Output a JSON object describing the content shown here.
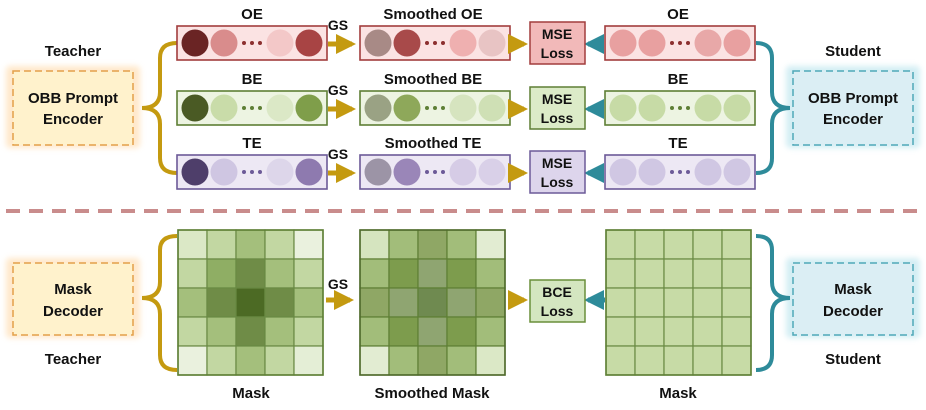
{
  "labels": {
    "teacher_top": "Teacher",
    "student_top": "Student",
    "teacher_bottom": "Teacher",
    "student_bottom": "Student"
  },
  "teacher_encoder": {
    "line1": "OBB Prompt",
    "line2": "Encoder"
  },
  "student_encoder": {
    "line1": "OBB Prompt",
    "line2": "Encoder"
  },
  "teacher_decoder": {
    "line1": "Mask",
    "line2": "Decoder"
  },
  "student_decoder": {
    "line1": "Mask",
    "line2": "Decoder"
  },
  "gs_label": "GS",
  "rows": [
    {
      "teacher": "OE",
      "smoothed": "Smoothed OE",
      "loss1": "MSE",
      "loss2": "Loss",
      "student": "OE"
    },
    {
      "teacher": "BE",
      "smoothed": "Smoothed BE",
      "loss1": "MSE",
      "loss2": "Loss",
      "student": "BE"
    },
    {
      "teacher": "TE",
      "smoothed": "Smoothed TE",
      "loss1": "MSE",
      "loss2": "Loss",
      "student": "TE"
    }
  ],
  "mask_section": {
    "teacher_mask": "Mask",
    "smoothed_mask": "Smoothed Mask",
    "student_mask": "Mask",
    "loss1": "BCE",
    "loss2": "Loss"
  },
  "colors": {
    "accent_arrow": "#c49a10",
    "student_arrow": "#2e8b9a",
    "divider": "#c98c8c",
    "oe": "#b04a4a",
    "be": "#6a8f3a",
    "te": "#7a6aa0"
  }
}
